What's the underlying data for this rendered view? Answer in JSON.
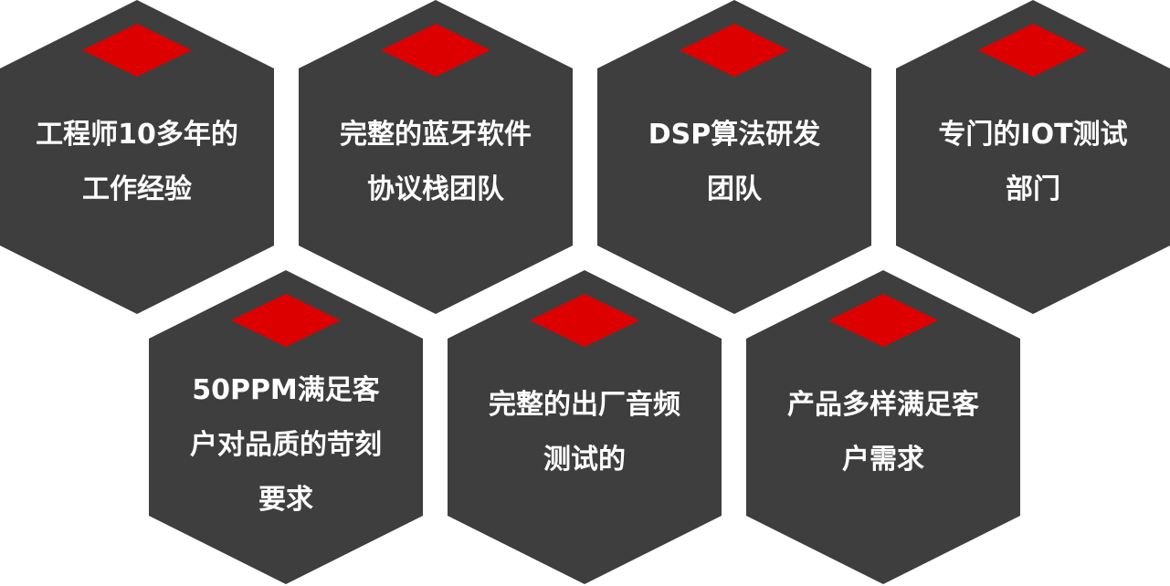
{
  "colors": {
    "hexagon": "#3e3e3e",
    "accent": "#dd0000",
    "text": "#ffffff"
  },
  "cards": [
    {
      "lines": [
        "工程师10多年的",
        "工作经验"
      ]
    },
    {
      "lines": [
        "完整的蓝牙软件",
        "协议栈团队"
      ]
    },
    {
      "lines": [
        "DSP算法研发",
        "团队"
      ]
    },
    {
      "lines": [
        "专门的IOT测试",
        "部门"
      ]
    },
    {
      "lines": [
        "50PPM满足客",
        "户对品质的苛刻",
        "要求"
      ]
    },
    {
      "lines": [
        "完整的出厂音频",
        "测试的"
      ]
    },
    {
      "lines": [
        "产品多样满足客",
        "户需求"
      ]
    }
  ]
}
